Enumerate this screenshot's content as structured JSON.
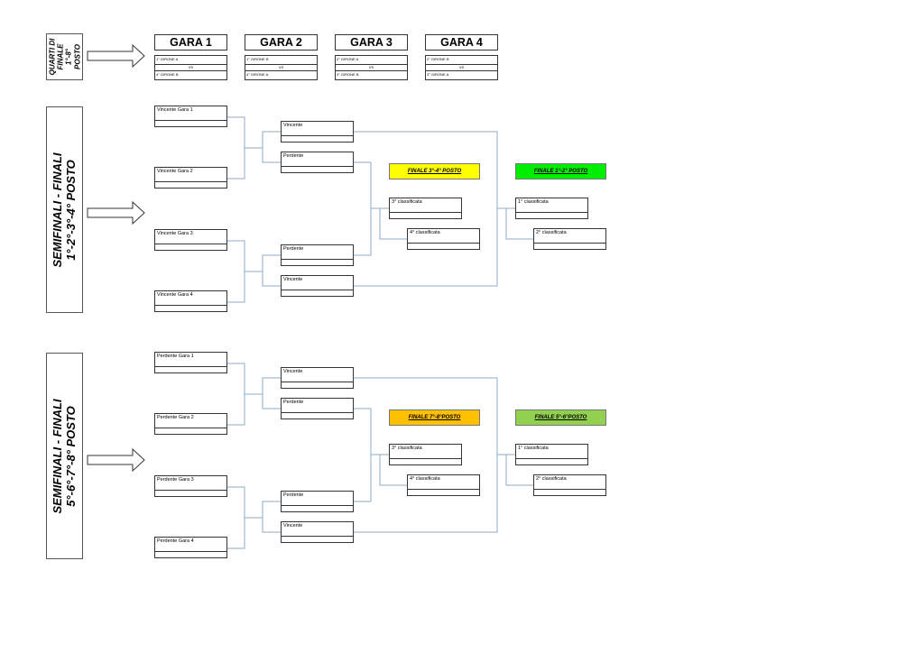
{
  "quarter_label": [
    "QUARTI DI",
    "FINALE",
    "1°-8°",
    "POSTO"
  ],
  "garas": [
    {
      "title": "GARA 1",
      "top": "1° GIRONE A",
      "vs": "VS",
      "bottom": "4° GIRONE B"
    },
    {
      "title": "GARA 2",
      "top": "1° GIRONE B",
      "vs": "VS",
      "bottom": "4° GIRONE A"
    },
    {
      "title": "GARA 3",
      "top": "2° GIRONE A",
      "vs": "VS",
      "bottom": "3° GIRONE B"
    },
    {
      "title": "GARA 4",
      "top": "2° GIRONE B",
      "vs": "VS",
      "bottom": "3° GIRONE A"
    }
  ],
  "sections": [
    {
      "label": [
        "SEMIFINALI - FINALI",
        "1°-2°-3°-4° POSTO"
      ],
      "entries": [
        "Vincente Gara 1",
        "Vincente Gara 2",
        "Vincente Gara 3",
        "Vincente Gara 4"
      ],
      "semis": [
        "Vincente",
        "Perdente",
        "Perdente",
        "Vincente"
      ],
      "final_a": {
        "title": "FINALE 3°-4° POSTO",
        "color": "#ffff00",
        "first": "3° classificata",
        "second": "4° classificata"
      },
      "final_b": {
        "title": "FINALE 1°-2° POSTO",
        "color": "#00ee00",
        "first": "1° classificata",
        "second": "2° classificata"
      }
    },
    {
      "label": [
        "SEMIFINALI - FINALI",
        "5°-6°-7°-8° POSTO"
      ],
      "entries": [
        "Perdente Gara 1",
        "Perdente Gara 2",
        "Perdente Gara 3",
        "Perdente Gara 4"
      ],
      "semis": [
        "Vincente",
        "Perdente",
        "Perdente",
        "Vincente"
      ],
      "final_a": {
        "title": "FINALE 7°-8°POSTO",
        "color": "#ffc000",
        "first": "3° classificata",
        "second": "4° classificata"
      },
      "final_b": {
        "title": "FINALE 5°-6°POSTO",
        "color": "#92d050",
        "first": "1° classificata",
        "second": "2° classificata"
      }
    }
  ],
  "colors": {
    "connector": "#8faac4",
    "border": "#333333"
  }
}
